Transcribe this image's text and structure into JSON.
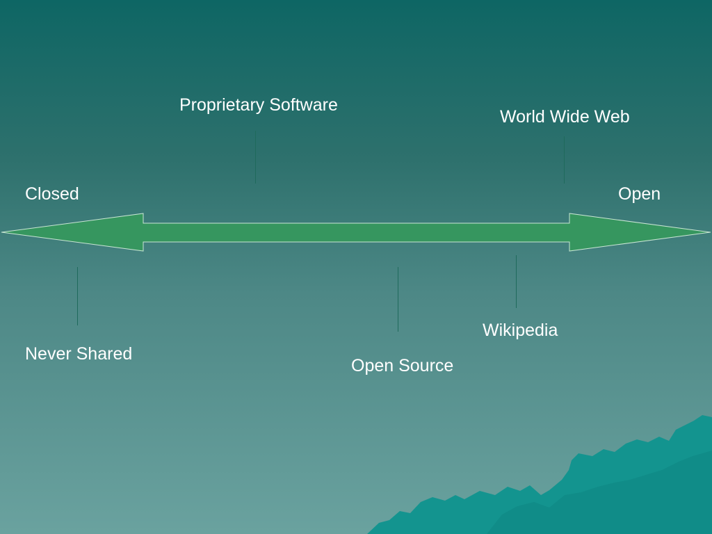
{
  "spectrum": {
    "left_end": "Closed",
    "right_end": "Open",
    "arrow_color": "#36965f"
  },
  "labels_above": {
    "proprietary": "Proprietary Software",
    "www": "World Wide Web"
  },
  "labels_below": {
    "never_shared": "Never Shared",
    "open_source": "Open Source",
    "wikipedia": "Wikipedia"
  },
  "decoration": {
    "mountain_color": "#13948f"
  }
}
